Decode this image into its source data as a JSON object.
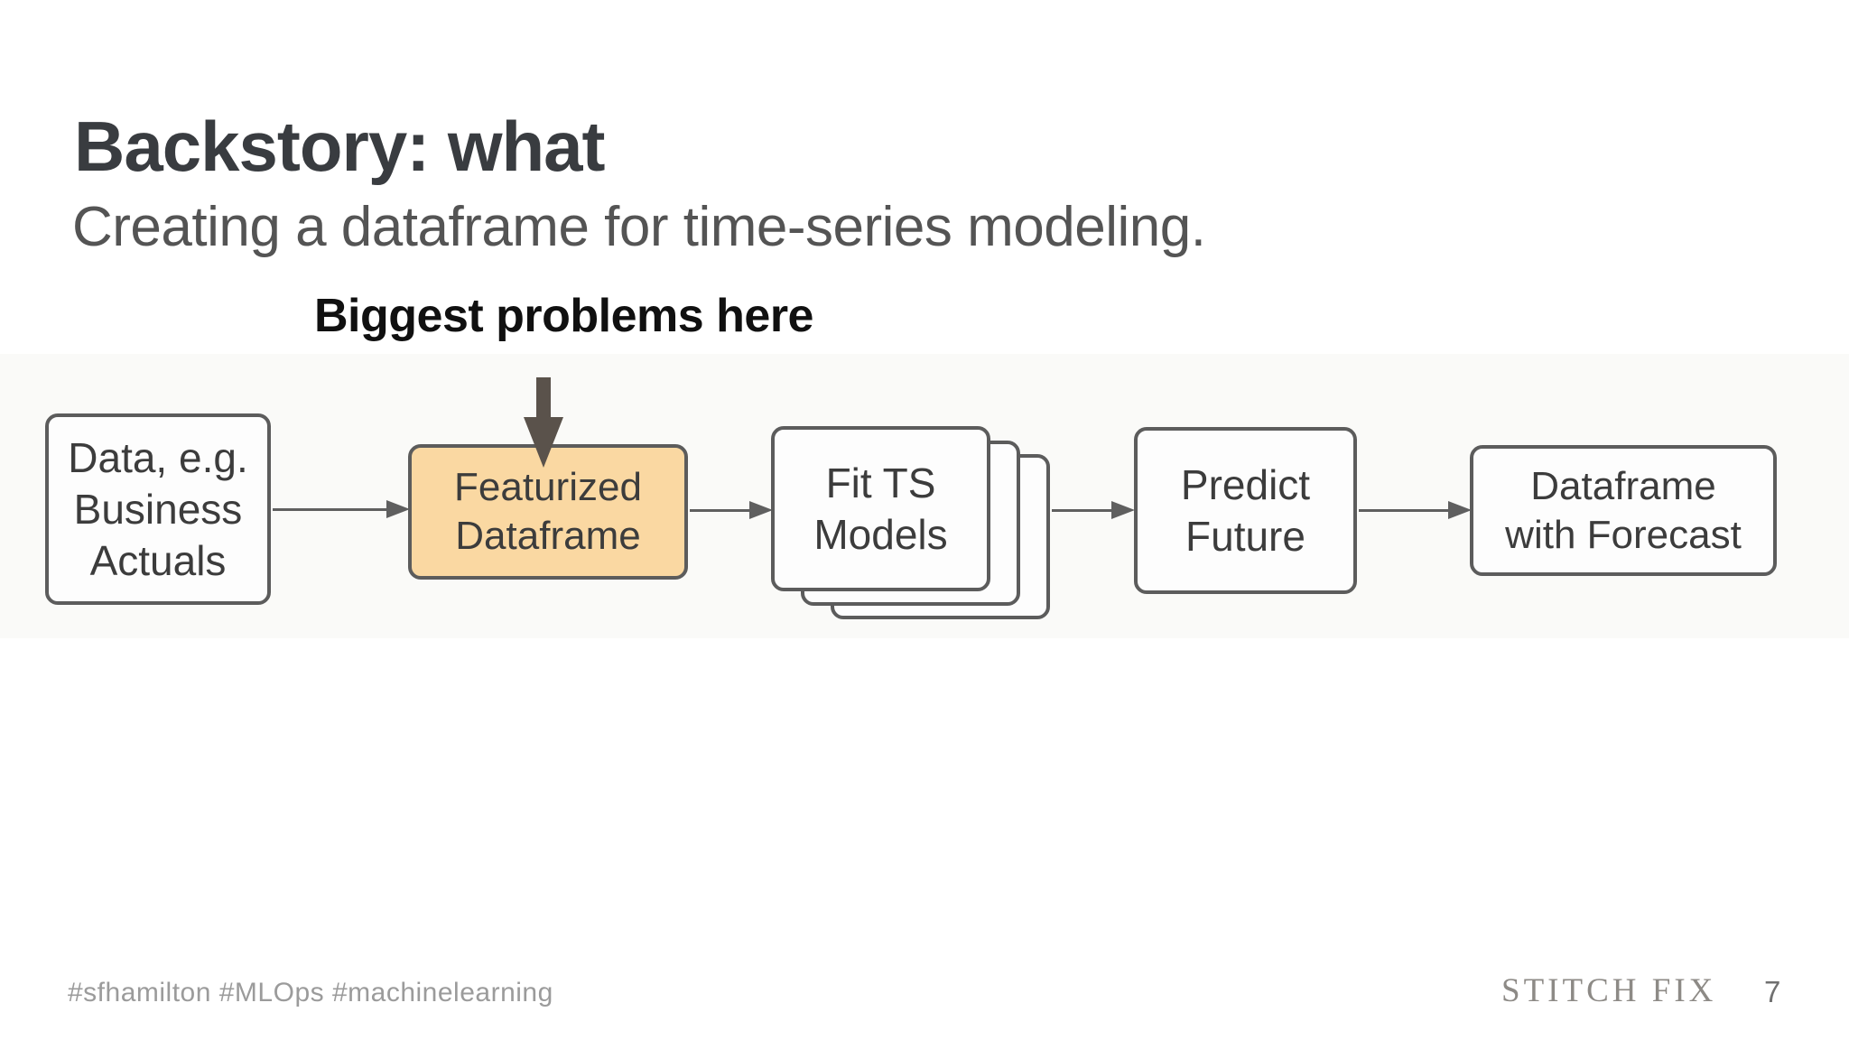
{
  "slide": {
    "title": "Backstory: what",
    "subtitle": "Creating a dataframe for time-series modeling.",
    "footer_hashtags": "#sfhamilton #MLOps #machinelearning",
    "logo_text": "STITCH FIX",
    "page_number": "7"
  },
  "annotation": {
    "label": "Biggest problems here",
    "target_node": "Featurized Dataframe",
    "arrow_direction": "down"
  },
  "flow": {
    "nodes": [
      {
        "id": "data",
        "label": "Data, e.g.\nBusiness\nActuals",
        "highlighted": false
      },
      {
        "id": "featurized",
        "label": "Featurized\nDataframe",
        "highlighted": true
      },
      {
        "id": "fit_models",
        "label": "Fit TS\nModels",
        "stacked": true
      },
      {
        "id": "predict",
        "label": "Predict\nFuture",
        "highlighted": false
      },
      {
        "id": "forecast",
        "label": "Dataframe\nwith Forecast",
        "highlighted": false
      }
    ],
    "edges": [
      {
        "from": "data",
        "to": "featurized"
      },
      {
        "from": "featurized",
        "to": "fit_models"
      },
      {
        "from": "fit_models",
        "to": "predict"
      },
      {
        "from": "predict",
        "to": "forecast"
      }
    ]
  },
  "colors": {
    "highlight_fill": "#fad8a2",
    "box_border": "#5c5c5c",
    "box_text": "#3c3c3c",
    "connector": "#5f5f5f",
    "annotation_arrow": "#5a524b",
    "title_text": "#393c40",
    "subtitle_text": "#545454",
    "footer_text": "#9b9b9b",
    "logo_text": "#8d8a86"
  }
}
